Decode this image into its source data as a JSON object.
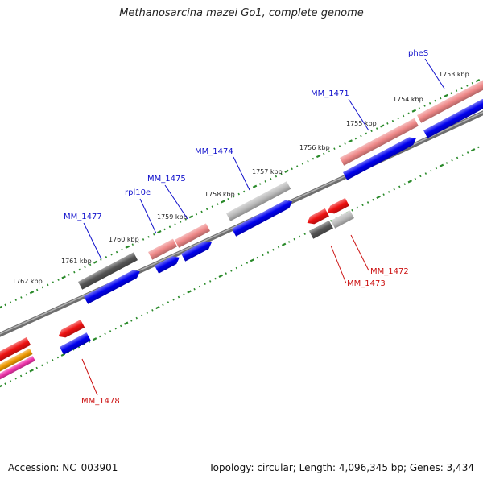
{
  "title": "Methanosarcina mazei Go1, complete genome",
  "footer": {
    "accession": "Accession: NC_003901",
    "summary": "Topology: circular; Length: 4,096,345 bp; Genes: 3,434"
  },
  "colors": {
    "backbone": "#8a8a8a",
    "ticks": "#2a8a2a",
    "forward_label": "#1111cc",
    "reverse_label": "#cc1111",
    "cds": "#0000ee",
    "gene_red": "#ee1111",
    "gene_pink": "#ee8888",
    "gene_dark": "#555555",
    "gene_gray": "#bbbbbb",
    "gene_orange": "#ee9900",
    "gene_magenta": "#ee33aa"
  },
  "kbp_labels": [
    "1753 kbp",
    "1754 kbp",
    "1755 kbp",
    "1756 kbp",
    "1757 kbp",
    "1758 kbp",
    "1759 kbp",
    "1760 kbp",
    "1761 kbp",
    "1762 kbp"
  ],
  "forward_genes": [
    "pheS",
    "MM_1471",
    "MM_1474",
    "MM_1475",
    "rpl10e",
    "MM_1477"
  ],
  "reverse_genes": [
    "MM_1472",
    "MM_1473",
    "MM_1478"
  ]
}
